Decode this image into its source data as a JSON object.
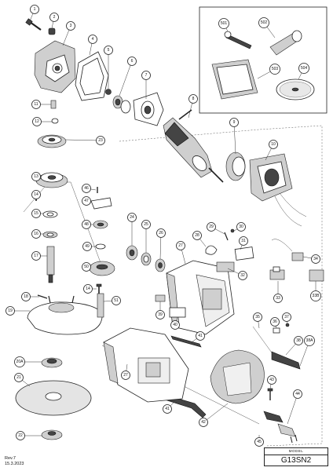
{
  "callouts": [
    {
      "label": "1"
    },
    {
      "label": "2"
    },
    {
      "label": "3"
    },
    {
      "label": "4"
    },
    {
      "label": "5"
    },
    {
      "label": "6"
    },
    {
      "label": "7"
    },
    {
      "label": "8"
    },
    {
      "label": "9"
    },
    {
      "label": "10"
    },
    {
      "label": "11"
    },
    {
      "label": "12"
    },
    {
      "label": "13"
    },
    {
      "label": "14"
    },
    {
      "label": "15"
    },
    {
      "label": "16"
    },
    {
      "label": "17"
    },
    {
      "label": "18"
    },
    {
      "label": "19"
    },
    {
      "label": "20A"
    },
    {
      "label": "21"
    },
    {
      "label": "22"
    },
    {
      "label": "23"
    },
    {
      "label": "24"
    },
    {
      "label": "25"
    },
    {
      "label": "26"
    },
    {
      "label": "27"
    },
    {
      "label": "27"
    },
    {
      "label": "28"
    },
    {
      "label": "29"
    },
    {
      "label": "30"
    },
    {
      "label": "31"
    },
    {
      "label": "32"
    },
    {
      "label": "33"
    },
    {
      "label": "33B"
    },
    {
      "label": "34"
    },
    {
      "label": "35"
    },
    {
      "label": "36"
    },
    {
      "label": "37"
    },
    {
      "label": "38"
    },
    {
      "label": "38A"
    },
    {
      "label": "39"
    },
    {
      "label": "40"
    },
    {
      "label": "41"
    },
    {
      "label": "41"
    },
    {
      "label": "42"
    },
    {
      "label": "43"
    },
    {
      "label": "44"
    },
    {
      "label": "45"
    },
    {
      "label": "46"
    },
    {
      "label": "47"
    },
    {
      "label": "48"
    },
    {
      "label": "49"
    },
    {
      "label": "50"
    },
    {
      "label": "14"
    },
    {
      "label": "51"
    },
    {
      "label": "501"
    },
    {
      "label": "502"
    },
    {
      "label": "503"
    },
    {
      "label": "504"
    }
  ],
  "footer": {
    "revision": "Rev.7",
    "date": "15.3.2023"
  },
  "model": {
    "label": "MODEL",
    "name": "G13SN2"
  }
}
